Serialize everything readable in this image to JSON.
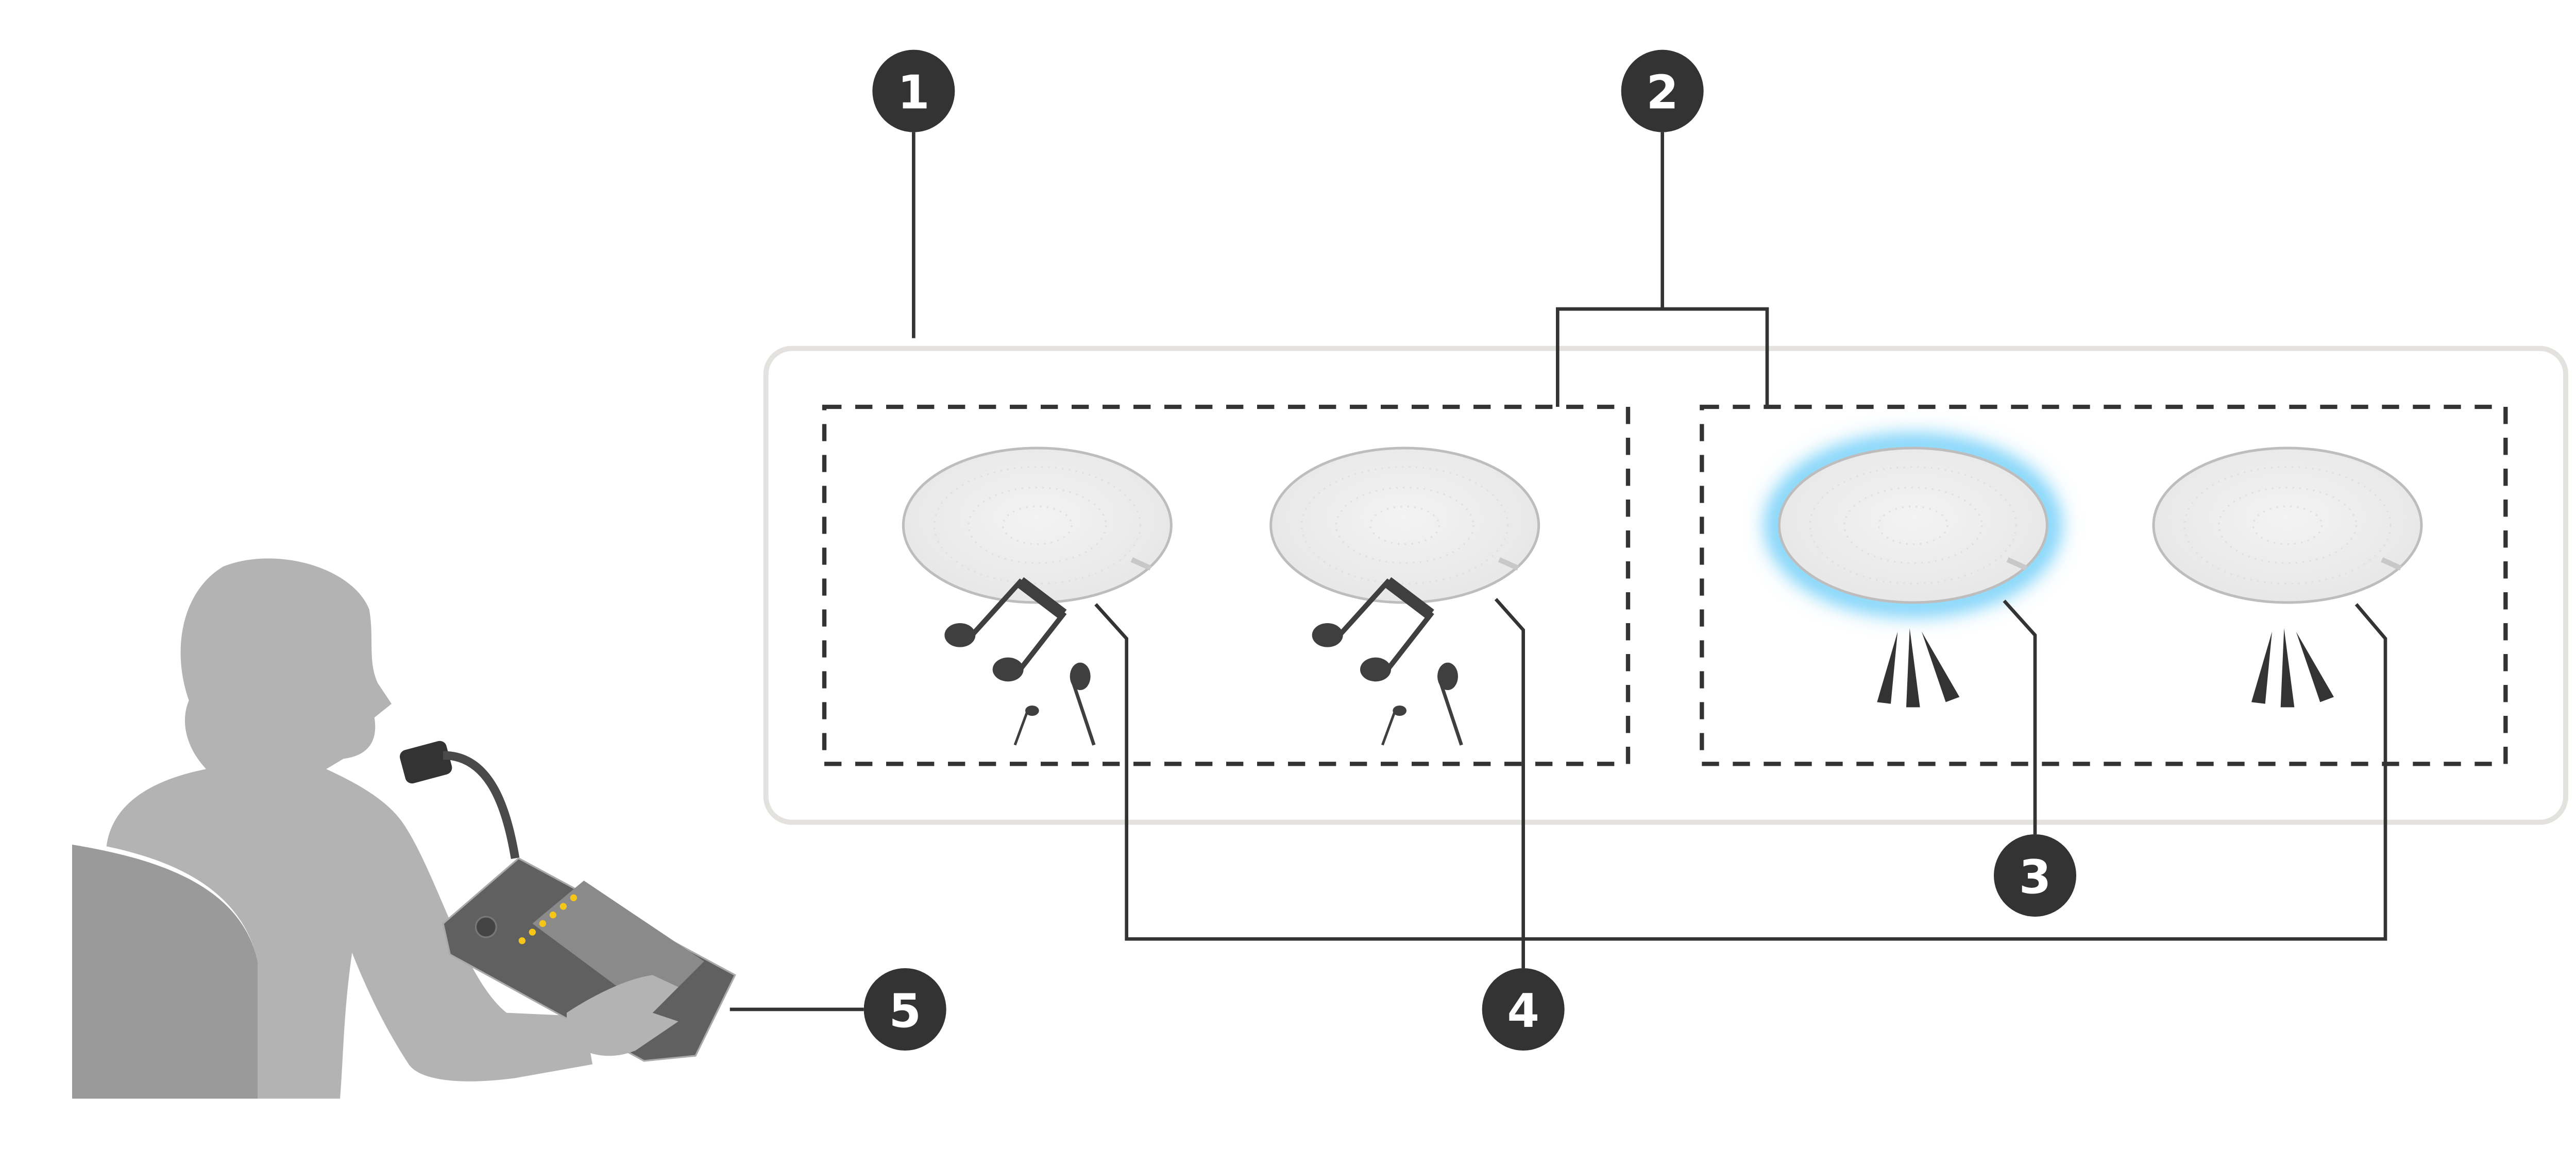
{
  "callouts": [
    {
      "number": "1"
    },
    {
      "number": "2"
    },
    {
      "number": "3"
    },
    {
      "number": "4"
    },
    {
      "number": "5"
    }
  ],
  "colors": {
    "callout": "#333333",
    "zone_border": "#e4e2df",
    "speaker_face": "#ededed",
    "speaker_glow": "#4fc3f7",
    "silhouette": "#b3b3b3",
    "chair": "#9a9a9a",
    "device": "#5f605f",
    "button_led": "#f5c518"
  },
  "speakers": [
    {
      "zone": 1,
      "content": "music-icon",
      "highlighted": false
    },
    {
      "zone": 1,
      "content": "music-icon",
      "highlighted": false
    },
    {
      "zone": 2,
      "content": "announcement-icon",
      "highlighted": true
    },
    {
      "zone": 2,
      "content": "announcement-icon",
      "highlighted": false
    }
  ]
}
